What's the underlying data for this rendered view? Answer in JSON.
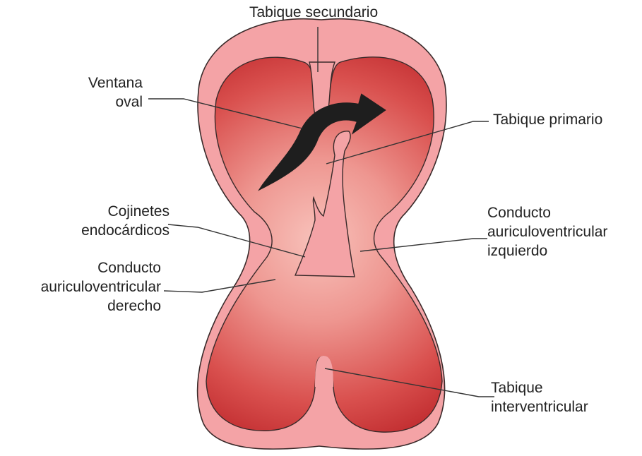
{
  "labels": {
    "tabique_secundario": "Tabique secundario",
    "ventana_oval": [
      "Ventana",
      "oval"
    ],
    "tabique_primario": "Tabique primario",
    "cojinetes": [
      "Cojinetes",
      "endocárdicos"
    ],
    "conducto_izq": [
      "Conducto",
      "auriculoventricular",
      "izquierdo"
    ],
    "conducto_der": [
      "Conducto",
      "auriculoventricular",
      "derecho"
    ],
    "tabique_interventricular": [
      "Tabique",
      "interventricular"
    ]
  },
  "colors": {
    "outer_wall": "#f4a3a6",
    "wall_stroke": "#3a2a2a",
    "chamber_light": "#f6b6b0",
    "chamber_dark": "#c4282c",
    "septum": "#f4a3a6",
    "arrow": "#1e1e1e",
    "leader": "#333333"
  }
}
